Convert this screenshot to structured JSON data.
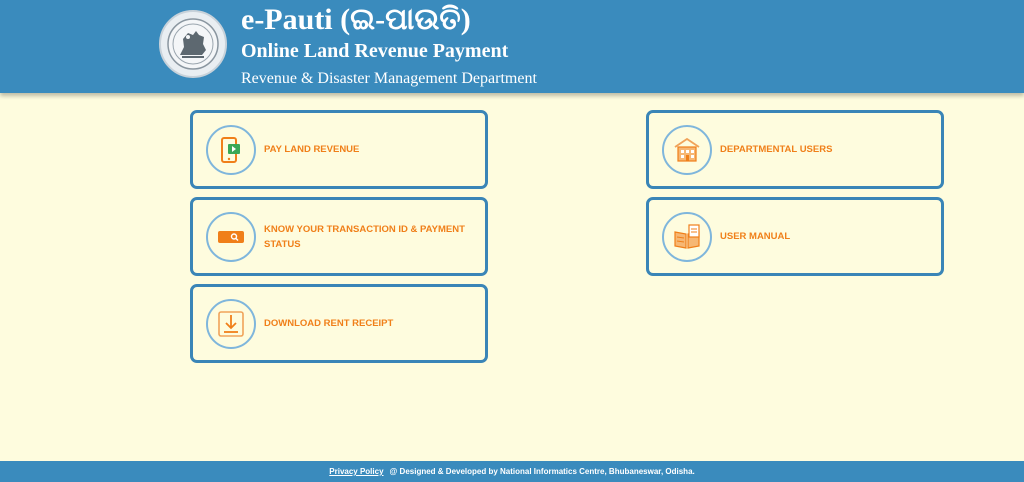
{
  "header": {
    "title": "e-Pauti (ଇ-ପାଉତି)",
    "subtitle": "Online Land Revenue Payment",
    "department": "Revenue & Disaster Management Department",
    "emblem_icon": "odisha-emblem-icon"
  },
  "cards": {
    "pay_land_revenue": {
      "label": "PAY LAND REVENUE",
      "icon": "mobile-payment-icon"
    },
    "know_transaction": {
      "label": "KNOW YOUR TRANSACTION ID & PAYMENT STATUS",
      "icon": "search-card-icon"
    },
    "download_receipt": {
      "label": "DOWNLOAD RENT RECEIPT",
      "icon": "download-icon"
    },
    "departmental_users": {
      "label": "DEPARTMENTAL USERS",
      "icon": "building-icon"
    },
    "user_manual": {
      "label": "USER MANUAL",
      "icon": "manual-book-icon"
    }
  },
  "footer": {
    "privacy_label": "Privacy Policy",
    "credit": "@ Designed & Developed by National Informatics Centre, Bhubaneswar, Odisha."
  },
  "colors": {
    "header_bg": "#3a8bbd",
    "page_bg": "#fefcde",
    "card_border": "#3a85b7",
    "label": "#f07f19"
  }
}
